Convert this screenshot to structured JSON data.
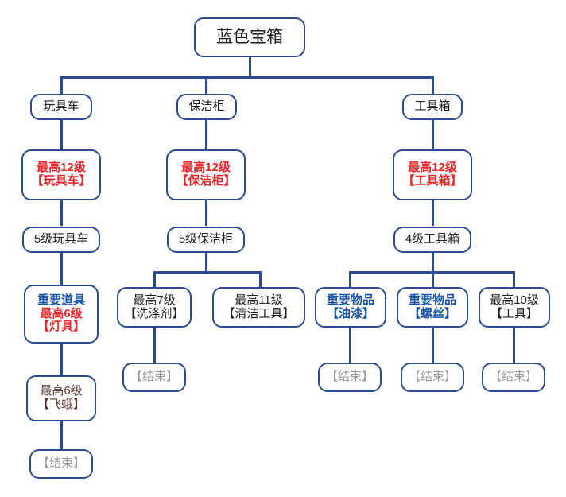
{
  "diagram": {
    "title": "蓝色宝箱",
    "type": "tree-flowchart",
    "colors": {
      "line": "#2c4b8e",
      "border": "#2c4b8e",
      "red_text": "#e8262a",
      "blue_text": "#1a55a5",
      "gray_text": "#9b9b9b",
      "plain_text": "#1d1d1d",
      "maroon_text": "#55342e",
      "background": "#ffffff"
    }
  },
  "nodes": {
    "root": {
      "line1": "蓝色宝箱"
    },
    "branch_toy": {
      "line1": "玩具车"
    },
    "branch_clean": {
      "line1": "保洁柜"
    },
    "branch_tool": {
      "line1": "工具箱"
    },
    "toy_max": {
      "line1": "最高12级",
      "line2": "【玩具车】"
    },
    "clean_max": {
      "line1": "最高12级",
      "line2": "【保洁柜】"
    },
    "tool_max": {
      "line1": "最高12级",
      "line2": "【工具箱】"
    },
    "toy_lv5": {
      "line1": "5级玩具车"
    },
    "clean_lv5": {
      "line1": "5级保洁柜"
    },
    "tool_lv4": {
      "line1": "4级工具箱"
    },
    "lamp": {
      "line1": "重要道具",
      "line2": "最高6级",
      "line3": "【灯具】"
    },
    "detergent": {
      "line1": "最高7级",
      "line2": "【洗涤剂】"
    },
    "cleantool": {
      "line1": "最高11级",
      "line2": "【清洁工具】"
    },
    "paint": {
      "line1": "重要物品",
      "line2": "【油漆】"
    },
    "screw": {
      "line1": "重要物品",
      "line2": "【螺丝】"
    },
    "tools10": {
      "line1": "最高10级",
      "line2": "【工具】"
    },
    "moth": {
      "line1": "最高6级",
      "line2": "【飞蛾】"
    },
    "end_moth": {
      "line1": "【结束】"
    },
    "end_detergent": {
      "line1": "【结束】"
    },
    "end_paint": {
      "line1": "【结束】"
    },
    "end_screw": {
      "line1": "【结束】"
    },
    "end_tools10": {
      "line1": "【结束】"
    }
  }
}
